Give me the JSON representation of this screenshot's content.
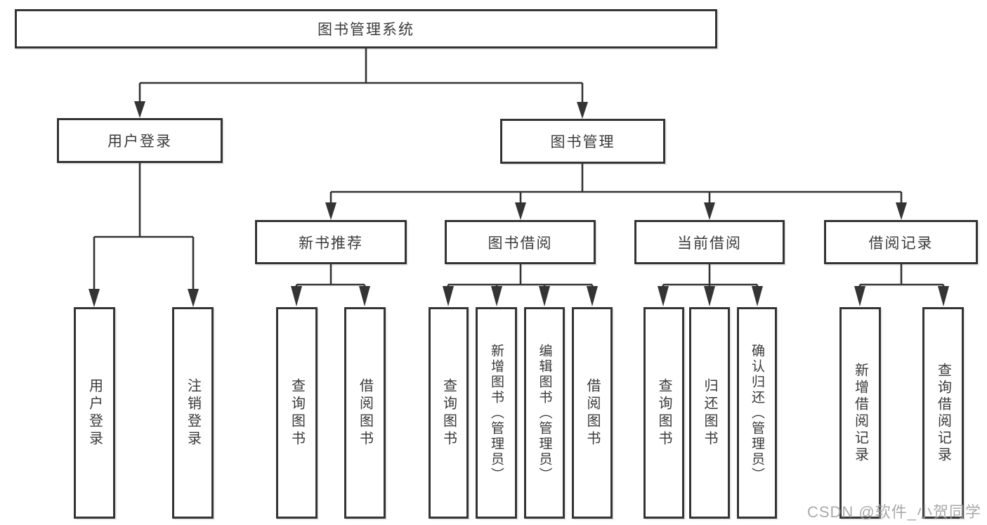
{
  "diagram": {
    "colors": {
      "line": "#343434",
      "box_border": "#343434",
      "background": "#ffffff",
      "text": "#3a3a3a",
      "watermark": "#9e9e9e"
    },
    "tree": {
      "root": {
        "label": "图书管理系统"
      },
      "branches": [
        {
          "label": "用户登录",
          "children": [
            {
              "label": "用户登录"
            },
            {
              "label": "注销登录"
            }
          ]
        },
        {
          "label": "图书管理",
          "groups": [
            {
              "label": "新书推荐",
              "children": [
                {
                  "label": "查询图书"
                },
                {
                  "label": "借阅图书"
                }
              ]
            },
            {
              "label": "图书借阅",
              "children": [
                {
                  "label": "查询图书"
                },
                {
                  "label": "新增图书（管理员）"
                },
                {
                  "label": "编辑图书（管理员）"
                },
                {
                  "label": "借阅图书"
                }
              ]
            },
            {
              "label": "当前借阅",
              "children": [
                {
                  "label": "查询图书"
                },
                {
                  "label": "归还图书"
                },
                {
                  "label": "确认归还（管理员）"
                }
              ]
            },
            {
              "label": "借阅记录",
              "children": [
                {
                  "label": "新增借阅记录"
                },
                {
                  "label": "查询借阅记录"
                }
              ]
            }
          ]
        }
      ]
    },
    "watermark": {
      "text": "CSDN @软件_小贺同学"
    }
  }
}
